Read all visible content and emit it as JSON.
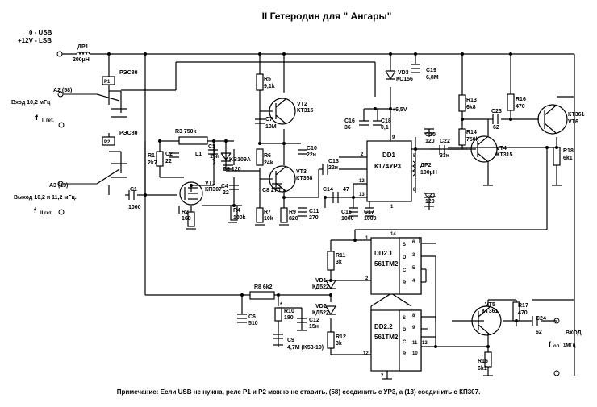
{
  "title": "II Гетеродин для \" Ангары\"",
  "mode_usb": "0 - USB",
  "mode_lsb": "+12V - LSB",
  "inputs": {
    "a2": "A2 (58)",
    "in_label": "Вход 10,2 мГц",
    "f2_left": "f",
    "f2_sub": "II гет.",
    "a3": "A3 (13)",
    "out_label": "Выход 10,2 и 11,2 мГц.",
    "vhod": "ВХОД",
    "fop": "f",
    "fop_sub": "оп",
    "fop_val": "1МГц"
  },
  "labels": {
    "dr1": "ДР1",
    "dr1_val": "200µH",
    "p1": "P1",
    "p2": "P2",
    "rec80a": "РЭС80",
    "rec80b": "РЭС80",
    "r1": "R1",
    "r1v": "2k7",
    "c2": "C2",
    "c2v": "22",
    "l1": "L1",
    "c3": "C3",
    "c3v": "15н",
    "r3": "R3  750k",
    "kv": "KB109A",
    "c5": "C5  120",
    "vt1": "VT1",
    "vt1t": "КП307",
    "c4": "C4",
    "c4v": "22",
    "c1": "C1",
    "c1v": "1000",
    "r2": "R2",
    "r2v": "160",
    "r4": "R4",
    "r4v": "100k",
    "r5": "R5",
    "r5v": "9,1k",
    "c7": "C7",
    "c7v": "10M",
    "vt2": "VT2",
    "vt2t": "КТ315",
    "r6": "R6",
    "r6v": "24k",
    "c10": "C10",
    "c10v": "22н",
    "c8": "C8  270",
    "vt3": "VT3",
    "vt3t": "КТ368",
    "r7": "R7",
    "r7v": "10k",
    "r9": "R9",
    "r9v": "820",
    "c11": "C11",
    "c11v": "270",
    "c14": "C14",
    "c14v": "47",
    "c13": "C13",
    "c13v": "22н",
    "c15": "C15",
    "c15v": "1000",
    "c17": "C17",
    "c17v": "1000",
    "c16": "C16",
    "c16v": "36",
    "c18": "C18",
    "c18v": "0,1",
    "vd3": "VD3",
    "vd3t": "КС156",
    "c19": "C19",
    "c19v": "6,8M",
    "plus65": "+6,5V",
    "dd1": "DD1",
    "dd1t": "К174УР3",
    "c20": "C20",
    "c20v": "120",
    "c22": "C22",
    "c22v": "33н",
    "dr2": "ДР2",
    "dr2v": "100µH",
    "c21": "C21",
    "c21v": "120",
    "r13": "R13",
    "r13v": "6k8",
    "r14": "R14",
    "r14v": "750k",
    "vt4": "VT4",
    "vt4t": "КТ315",
    "r16": "R16",
    "r16v": "470",
    "c23": "C23",
    "c23v": "62",
    "vt6a": "КТ361",
    "vt6b": "VT6",
    "r18": "R18",
    "r18v": "6k1",
    "dd21": "DD2.1",
    "dd21t": "561TM2",
    "dd22": "DD2.2",
    "dd22t": "561TM2",
    "r11": "R11",
    "r11v": "3k",
    "vd1": "VD1",
    "vd1t": "КД522",
    "vd2": "VD2",
    "vd2t": "КД522",
    "r8": "R8 6k2",
    "c6": "C6",
    "c6v": "510",
    "r10": "R10",
    "r10v": "180",
    "c12": "C12",
    "c12v": "15н",
    "c9": "C9",
    "c9v": "4,7M (K53-19)",
    "r12": "R12",
    "r12v": "3k",
    "vt5": "VT5",
    "vt5t": "КТ361",
    "r17": "R17",
    "r17v": "470",
    "c24": "C24",
    "c24v": "62",
    "r15": "R15",
    "r15v": "6k1",
    "star": "*"
  },
  "pins": {
    "dd1": [
      "9",
      "2",
      "12",
      "13",
      "1",
      "8",
      "5"
    ],
    "dd21_right": [
      "6",
      "3",
      "5",
      "4"
    ],
    "dd21_inner": [
      "S",
      "D",
      "C",
      "R"
    ],
    "dd21_left": [
      "1",
      "2"
    ],
    "dd21_top": "14",
    "dd22_right": [
      "8",
      "9",
      "11",
      "10"
    ],
    "dd22_inner": [
      "S",
      "D",
      "C",
      "R"
    ],
    "dd22_left": "12",
    "dd22_bottom": "7",
    "dd22_right_extra": "13"
  },
  "note": "Примечание: Если USB не нужна, реле Р1 и Р2 можно не ставить. (58) соединить с УР3, а (13) соединить с КП307."
}
